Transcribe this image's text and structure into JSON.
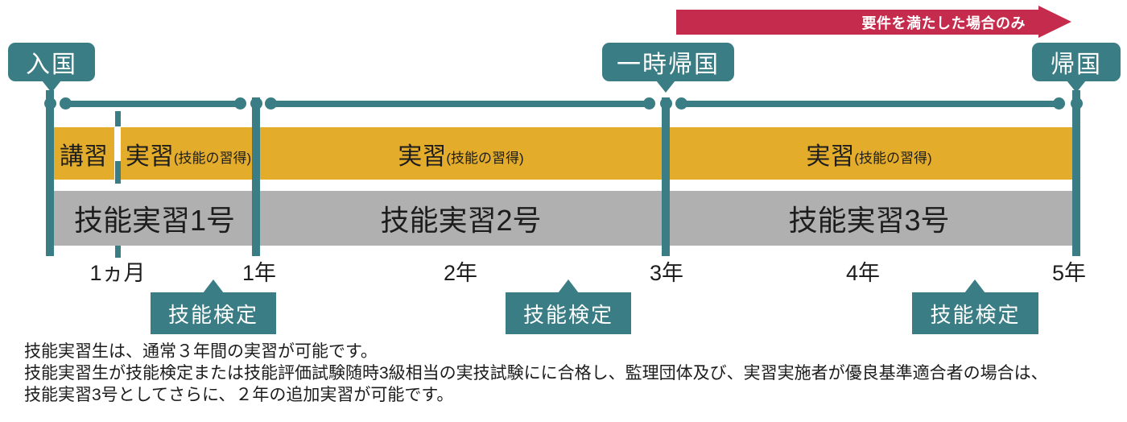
{
  "colors": {
    "teal": "#3b7d84",
    "amber": "#e3ac2b",
    "gray": "#b0b0b0",
    "red": "#c42b4c"
  },
  "arrow": {
    "label": "要件を満たした場合のみ"
  },
  "milestones": {
    "entry": "入国",
    "temporary_return": "一時帰国",
    "return": "帰国"
  },
  "bars": {
    "lecture": "講習",
    "practice": "実習",
    "practice_note": "(技能の習得)",
    "programs": [
      "技能実習1号",
      "技能実習2号",
      "技能実習3号"
    ]
  },
  "time_marks": [
    "1ヵ月",
    "1年",
    "2年",
    "3年",
    "4年",
    "5年"
  ],
  "skill_test": {
    "label": "技能検定"
  },
  "notes": {
    "line1": "技能実習生は、通常３年間の実習が可能です。",
    "line2": "技能実習生が技能検定または技能評価試験随時3級相当の実技試験にに合格し、監理団体及び、実習実施者が優良基準適合者の場合は、",
    "line3": "技能実習3号としてさらに、２年の追加実習が可能です。"
  }
}
